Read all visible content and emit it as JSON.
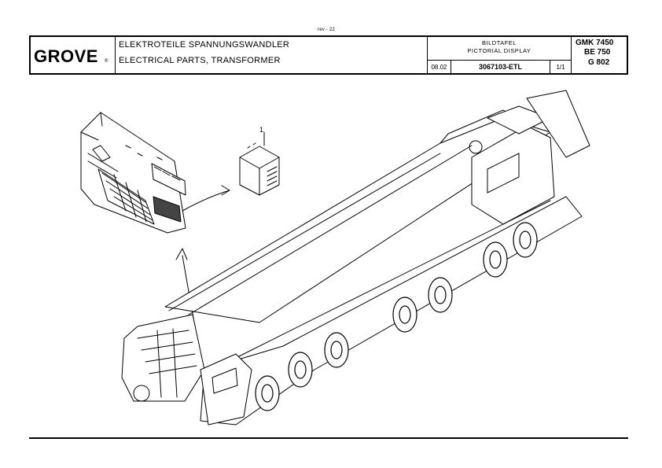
{
  "page_tag": "rev - 22",
  "header": {
    "logo": "GROVE",
    "logo_mark": "®",
    "title_de": "ELEKTROTEILE SPANNUNGSWANDLER",
    "title_en": "ELECTRICAL PARTS, TRANSFORMER",
    "display_de": "BILDTAFEL",
    "display_en": "PICTORIAL DISPLAY",
    "date": "08.02",
    "doc_number": "3067103-ETL",
    "page": "1/1",
    "models": [
      "GMK 7450",
      "BE 750",
      "G 802"
    ]
  },
  "drawing": {
    "callout": "1"
  }
}
